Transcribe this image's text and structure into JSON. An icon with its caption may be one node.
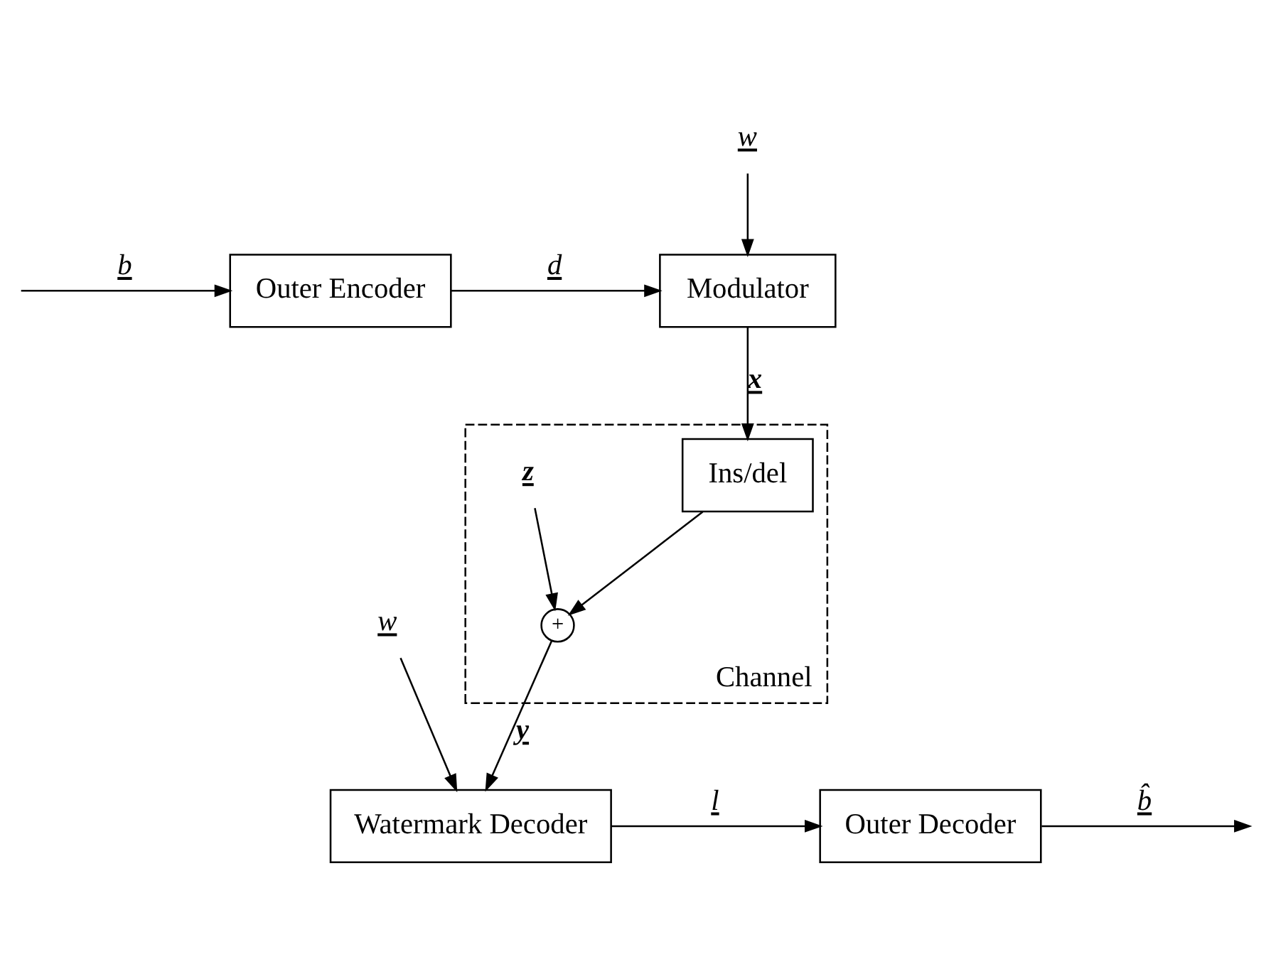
{
  "diagram": {
    "nodes": [
      {
        "text": [
          "Outer Encoder"
        ]
      },
      {
        "text": [
          "Modulator"
        ]
      },
      {
        "text": [
          "w"
        ]
      },
      {
        "text": [
          "Channel"
        ]
      },
      {
        "text": [
          "Ins/del"
        ],
        "in": 3
      },
      {
        "text": [
          "+"
        ],
        "in": 3
      },
      {
        "text": [
          "z"
        ],
        "in": 3
      },
      {
        "text": [
          "Watermark Decoder"
        ]
      },
      {
        "text": [
          "w"
        ]
      },
      {
        "text": [
          "Outer Decoder"
        ]
      }
    ],
    "edges": [
      {
        "from": null,
        "to": 0,
        "arrow": "to",
        "label": "b"
      },
      {
        "from": 0,
        "to": 1,
        "arrow": "to",
        "label": "d"
      },
      {
        "from": 1,
        "to": 4,
        "arrow": "to",
        "label": "x"
      },
      {
        "from": 2,
        "to": 1,
        "arrow": "to"
      },
      {
        "from": 4,
        "to": 5,
        "arrow": "to"
      },
      {
        "from": 6,
        "to": 5,
        "arrow": "to"
      },
      {
        "from": 5,
        "to": 7,
        "arrow": "to",
        "label": "y"
      },
      {
        "from": 8,
        "to": 7,
        "arrow": "to"
      },
      {
        "from": 7,
        "to": 9,
        "arrow": "to",
        "label": "l"
      },
      {
        "from": 9,
        "to": null,
        "arrow": "to",
        "label": "b̂"
      }
    ]
  }
}
